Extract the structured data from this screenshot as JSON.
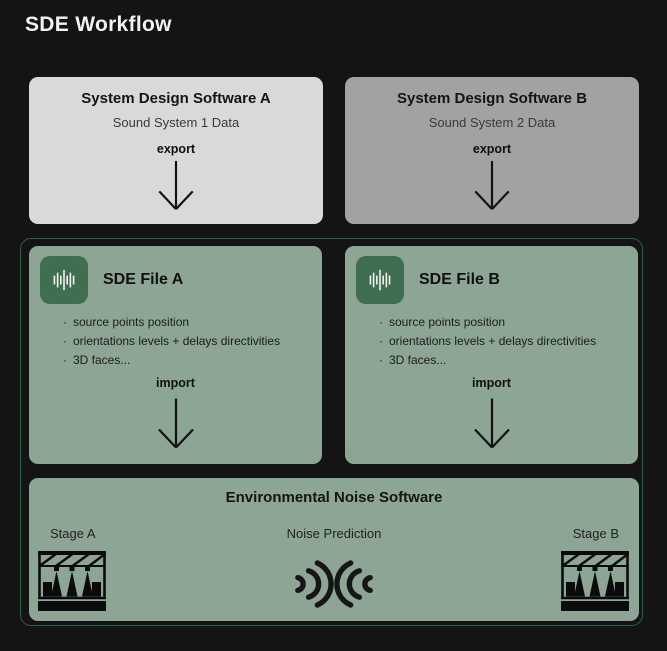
{
  "page_title": "SDE Workflow",
  "colors": {
    "background": "#141414",
    "design_box_a": "#d9d9d9",
    "design_box_b": "#a2a2a2",
    "sde_box_green": "#8ca594",
    "file_icon_green": "#3f6e50",
    "group_outline_green": "#2b6144"
  },
  "design_software": [
    {
      "title": "System Design Software A",
      "subtitle": "Sound System 1 Data",
      "action_label": "export"
    },
    {
      "title": "System Design Software B",
      "subtitle": "Sound System 2 Data",
      "action_label": "export"
    }
  ],
  "sde_files": [
    {
      "title": "SDE File A",
      "bullets": [
        "source points position",
        "orientations levels + delays directivities",
        "3D faces..."
      ],
      "action_label": "import",
      "icon": "waveform-icon"
    },
    {
      "title": "SDE File B",
      "bullets": [
        "source points position",
        "orientations levels + delays directivities",
        "3D faces..."
      ],
      "action_label": "import",
      "icon": "waveform-icon"
    }
  ],
  "noise_software": {
    "title": "Environmental Noise Software",
    "stage_a_label": "Stage A",
    "prediction_label": "Noise Prediction",
    "stage_b_label": "Stage B",
    "icons": {
      "left": "stage-icon",
      "center": "sound-waves-icon",
      "right": "stage-icon"
    }
  }
}
